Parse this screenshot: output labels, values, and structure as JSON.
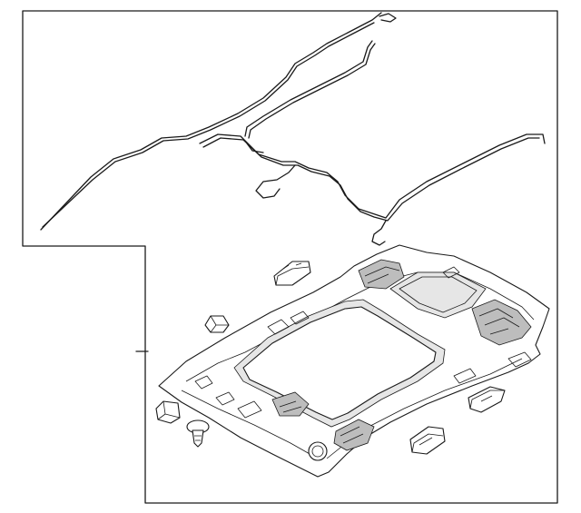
{
  "diagram": {
    "parts": [
      {
        "name": "headliner-panel"
      },
      {
        "name": "sunroof-drain-hoses"
      },
      {
        "name": "clip-connector"
      },
      {
        "name": "push-pin-retainer"
      },
      {
        "name": "small-bracket"
      },
      {
        "name": "sensor-bracket"
      },
      {
        "name": "retainer-clip-right"
      },
      {
        "name": "clip-bottom"
      }
    ],
    "colors": {
      "line": "#1a1a1a",
      "background": "#ffffff",
      "shade": "#e6e6e6"
    }
  }
}
